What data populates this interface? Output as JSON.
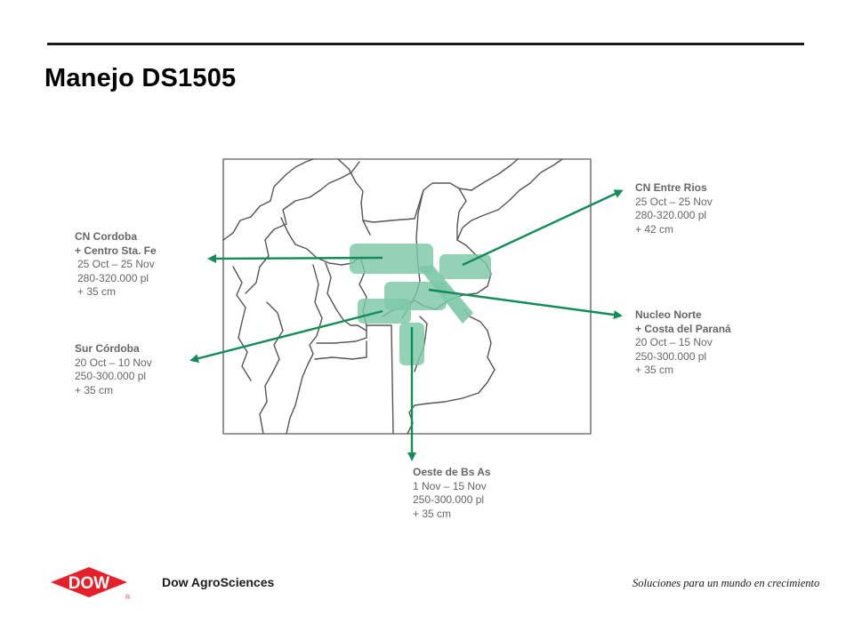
{
  "slide": {
    "title": "Manejo DS1505"
  },
  "map": {
    "accent_color": "#148C5A",
    "highlight_color": "#7CC8A8",
    "border_color": "#555555"
  },
  "regions": [
    {
      "key": "cn_cordoba",
      "lines": [
        "CN Cordoba",
        "+ Centro Sta. Fe",
        "25 Oct – 25 Nov",
        "280-320.000 pl",
        "+ 35 cm"
      ]
    },
    {
      "key": "sur_cordoba",
      "lines": [
        "Sur Córdoba",
        "20 Oct – 10 Nov",
        "250-300.000 pl",
        "+ 35 cm"
      ]
    },
    {
      "key": "cn_entre_rios",
      "lines": [
        "CN Entre Rios",
        "25 Oct – 25 Nov",
        "280-320.000 pl",
        "+ 42 cm"
      ]
    },
    {
      "key": "nucleo_norte",
      "lines": [
        "Nucleo Norte",
        "+ Costa del Paraná",
        "20 Oct – 15 Nov",
        "250-300.000 pl",
        "+ 35 cm"
      ]
    },
    {
      "key": "oeste_bs_as",
      "lines": [
        "Oeste de Bs As",
        "1 Nov – 15 Nov",
        "250-300.000 pl",
        "+ 35 cm"
      ]
    }
  ],
  "footer": {
    "logo_text": "DOW",
    "registered_mark": "®",
    "company": "Dow AgroSciences",
    "tagline": "Soluciones para un mundo en crecimiento",
    "logo_color": "#E4202B"
  }
}
